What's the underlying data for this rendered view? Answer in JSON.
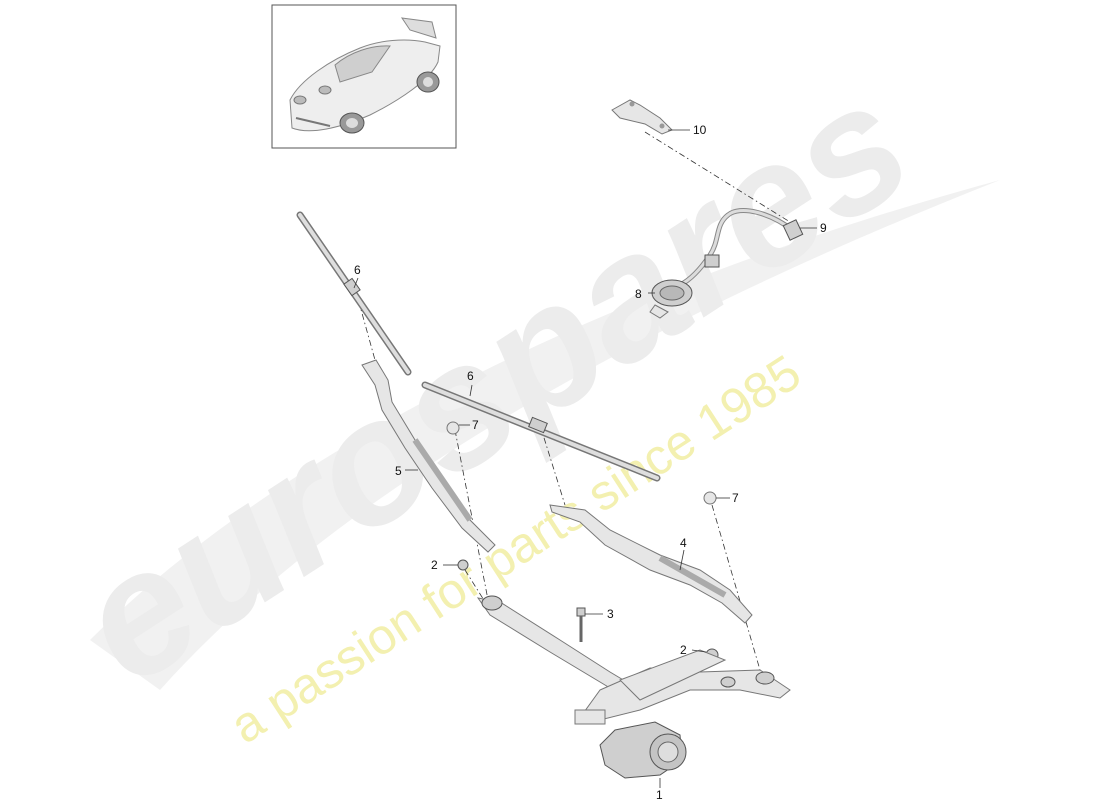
{
  "watermark": {
    "brand": "eurospares",
    "tagline": "a passion for parts since 1985"
  },
  "callouts": [
    {
      "id": "c1",
      "label": "1"
    },
    {
      "id": "c2a",
      "label": "2"
    },
    {
      "id": "c2b",
      "label": "2"
    },
    {
      "id": "c3",
      "label": "3"
    },
    {
      "id": "c4",
      "label": "4"
    },
    {
      "id": "c5",
      "label": "5"
    },
    {
      "id": "c6a",
      "label": "6"
    },
    {
      "id": "c6b",
      "label": "6"
    },
    {
      "id": "c7a",
      "label": "7"
    },
    {
      "id": "c7b",
      "label": "7"
    },
    {
      "id": "c8",
      "label": "8"
    },
    {
      "id": "c9",
      "label": "9"
    },
    {
      "id": "c10",
      "label": "10"
    }
  ],
  "colors": {
    "watermark_gray": "#ececec",
    "watermark_yellow": "#f3f0b0",
    "line": "#333333",
    "part_fill": "#e6e6e6"
  }
}
